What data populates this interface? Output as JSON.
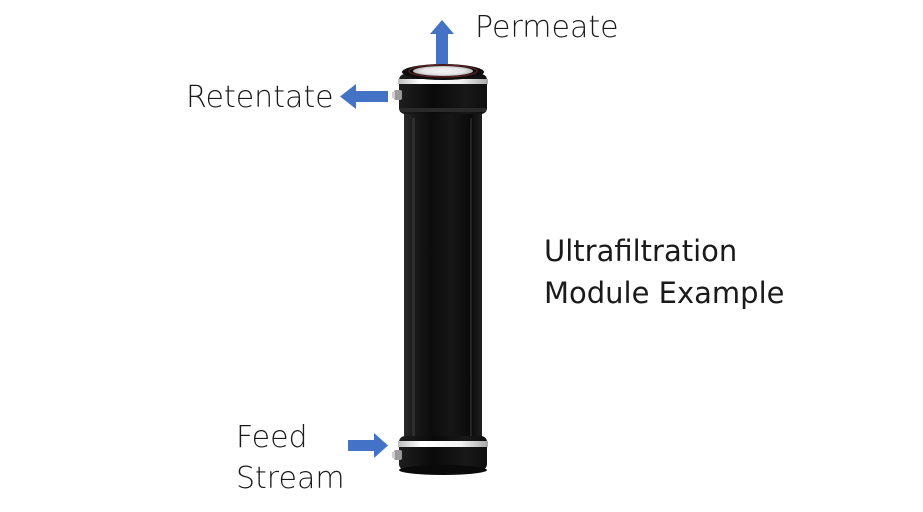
{
  "labels": {
    "permeate": "Permeate",
    "retentate": "Retentate",
    "feed_line1": "Feed",
    "feed_line2": "Stream",
    "title_line1": "Ultrafiltration",
    "title_line2": "Module Example"
  },
  "colors": {
    "arrow": "#4472C4",
    "module_body": "#111111",
    "cap_band": "#ffffff",
    "text": "#1a1a1a"
  },
  "icons": {
    "permeate_arrow": "arrow-up-icon",
    "retentate_arrow": "arrow-left-icon",
    "feed_arrow": "arrow-right-icon"
  }
}
